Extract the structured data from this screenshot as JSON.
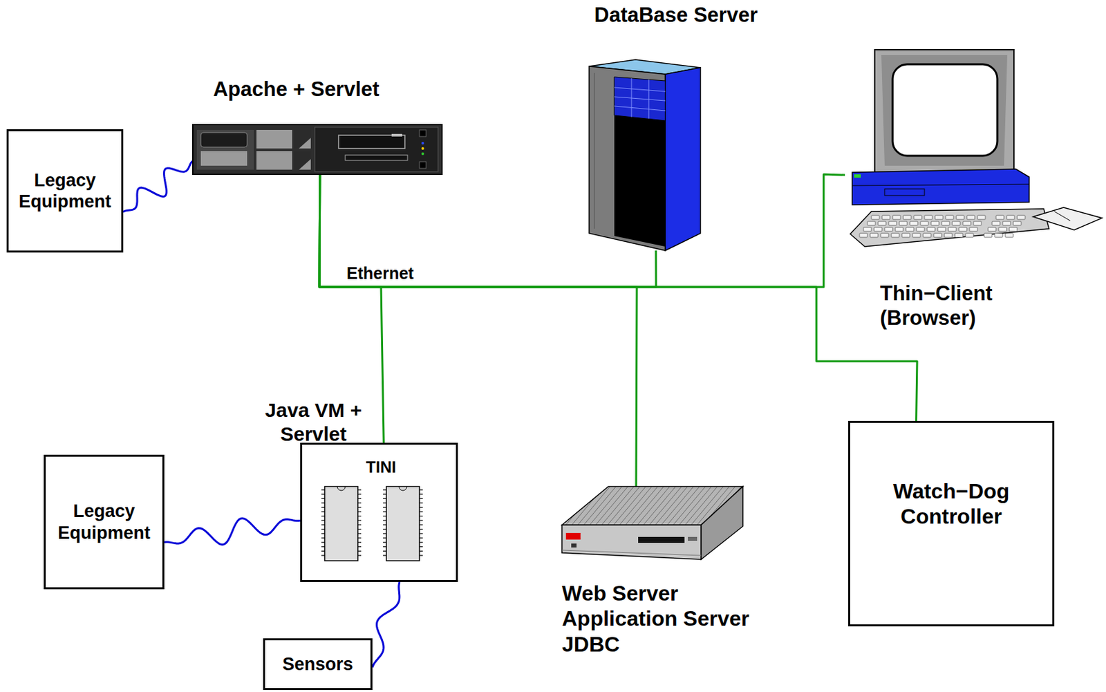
{
  "diagram": {
    "nodes": [
      {
        "text": [
          "Legacy Equipment"
        ]
      },
      {
        "text": [
          "Apache + Servlet"
        ]
      },
      {
        "text": [
          "DataBase Server"
        ]
      },
      {
        "text": [
          "Thin−Client (Browser)"
        ]
      },
      {
        "text": [
          "Java VM + Servlet",
          "TINI"
        ]
      },
      {
        "text": [
          "Legacy Equipment"
        ]
      },
      {
        "text": [
          "Web Server Application Server JDBC"
        ]
      },
      {
        "text": [
          "Watch−Dog Controller"
        ]
      },
      {
        "text": [
          "Sensors"
        ]
      }
    ],
    "edges": [
      {
        "from": 0,
        "to": 1,
        "arrow": "none"
      },
      {
        "from": 5,
        "to": 4,
        "arrow": "none"
      },
      {
        "from": 8,
        "to": 4,
        "arrow": "none"
      },
      {
        "from": 1,
        "to": 4,
        "arrow": "none"
      },
      {
        "from": 1,
        "to": 2,
        "arrow": "none"
      },
      {
        "from": 1,
        "to": 6,
        "arrow": "none"
      },
      {
        "from": 1,
        "to": 3,
        "arrow": "none"
      },
      {
        "from": 1,
        "to": 7,
        "arrow": "none"
      }
    ],
    "labels": [
      "Ethernet"
    ]
  }
}
